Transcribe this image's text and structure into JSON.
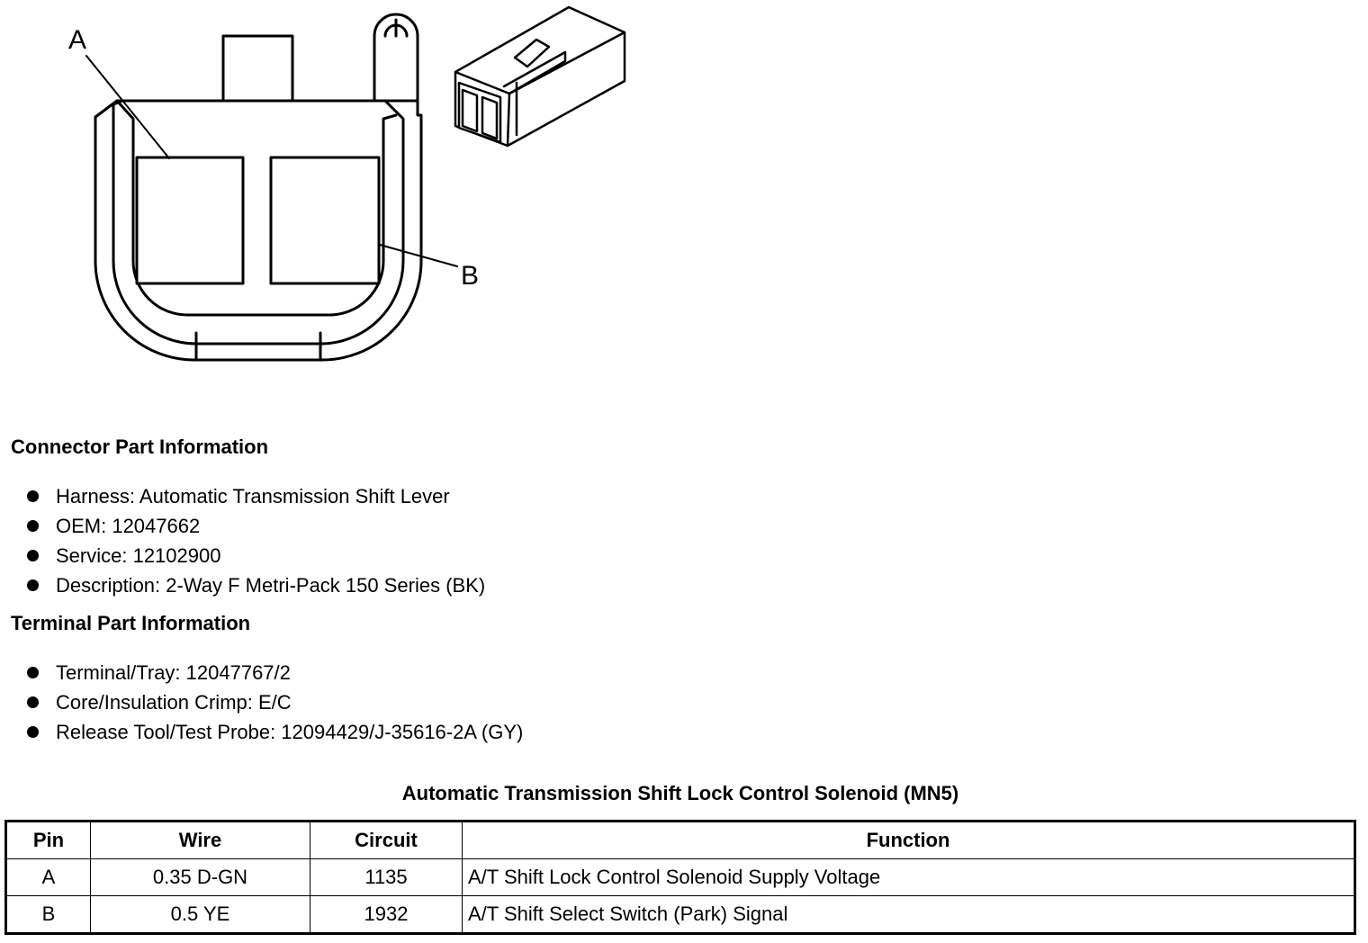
{
  "diagram": {
    "pin_labels": [
      "A",
      "B"
    ]
  },
  "connector_info": {
    "heading": "Connector Part Information",
    "items": [
      "Harness: Automatic Transmission Shift Lever",
      "OEM: 12047662",
      "Service: 12102900",
      "Description: 2-Way F Metri-Pack 150 Series (BK)"
    ]
  },
  "terminal_info": {
    "heading": "Terminal Part Information",
    "items": [
      "Terminal/Tray: 12047767/2",
      "Core/Insulation Crimp: E/C",
      "Release Tool/Test Probe: 12094429/J-35616-2A (GY)"
    ]
  },
  "table": {
    "title": "Automatic Transmission Shift Lock Control Solenoid (MN5)",
    "columns": [
      "Pin",
      "Wire",
      "Circuit",
      "Function"
    ],
    "rows": [
      [
        "A",
        "0.35 D-GN",
        "1135",
        "A/T Shift Lock Control Solenoid Supply Voltage"
      ],
      [
        "B",
        "0.5 YE",
        "1932",
        "A/T Shift Select Switch (Park) Signal"
      ]
    ]
  }
}
